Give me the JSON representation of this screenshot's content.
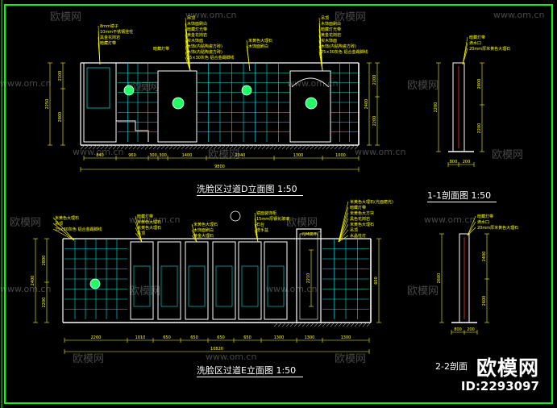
{
  "drawing": {
    "titles": {
      "d_elevation": "洗脸区过道D立面图  1:50",
      "e_elevation": "洗脸区过道E立面图  1:50",
      "section_11": "1-1剖面图  1:50",
      "section_22": "2-2剖面"
    },
    "watermark": {
      "site": "www.om.cn",
      "logo_text": "欧模网",
      "id_label": "ID:2293097"
    },
    "colors": {
      "background": "#000000",
      "frame": "#00ff00",
      "wall": "#ffffff",
      "tile": "#00e5e5",
      "dims": "#ffff00",
      "accent": "#ff3030"
    },
    "annotations": {
      "d_left": [
        "8mm镜子",
        "10mm不锈钢挂柱",
        "黑金花岗岩",
        "暗藏灯带"
      ],
      "d_center": [
        "吊顶",
        "木饰面刷白",
        "暗藏灯光带",
        "黄金花岗岩",
        "实木饰面",
        "木饰(内贴陶瓷方砖)",
        "木饰(内贴陶瓷方砖)",
        "25×30灰色 铝合金踢脚线"
      ],
      "d_center2": [
        "米黄色大理石",
        "木饰面刷白"
      ],
      "d_right": [
        "吊顶",
        "木饰面刷白",
        "暗藏灯光带",
        "黄金花岗岩",
        "实木饰面",
        "木饰(内贴陶瓷方砖)",
        "25×30灰色 铝合金踢脚线"
      ],
      "s11": [
        "暗藏灯带",
        "滴水口",
        "20mm厚米黄色大理石"
      ],
      "e_left": [
        "米黄色大理石",
        "吊顶",
        "25×30灰色 铝合金踢脚线"
      ],
      "e_mid1": [
        "暗藏灯带",
        "米黄色大理石",
        "米黄色大理石",
        "吊顶"
      ],
      "e_mid2": [
        "米黄色大理石",
        "木饰面刷白",
        "黄金大理石"
      ],
      "e_mid3": [
        "镜面装饰柜",
        "15mm厚钢化玻璃",
        "石台",
        "洗手盆"
      ],
      "e_right": [
        "米黄色大理石(光面磨光)",
        "暗藏灯带",
        "米黄色大方块",
        "黑色花岗岩",
        "米黄色大理石",
        "吊顶",
        "水晶柱灯"
      ],
      "s22": [
        "暗藏灯带",
        "滴水口",
        "20mm厚米黄色大理石"
      ],
      "door": "元M双开门"
    },
    "dimensions": {
      "d_heights": [
        "2250",
        "2100",
        "2800",
        "2400",
        "2200"
      ],
      "d_widths": [
        "840",
        "960",
        "300",
        "300",
        "1400",
        "2040",
        "1300",
        "1000"
      ],
      "d_total": "9800",
      "s11_heights": [
        "2200",
        "2800"
      ],
      "s11_widths": [
        "800",
        "200"
      ],
      "e_heights": [
        "2400",
        "2800",
        "2200",
        "600"
      ],
      "e_widths": [
        "2260",
        "1010",
        "650",
        "650",
        "650",
        "650",
        "1300",
        "1300",
        "1300"
      ],
      "e_total": "10820",
      "e_door": "2210",
      "s22_heights": [
        "2600",
        "2400"
      ],
      "s22_widths": [
        "800",
        "200"
      ]
    }
  }
}
